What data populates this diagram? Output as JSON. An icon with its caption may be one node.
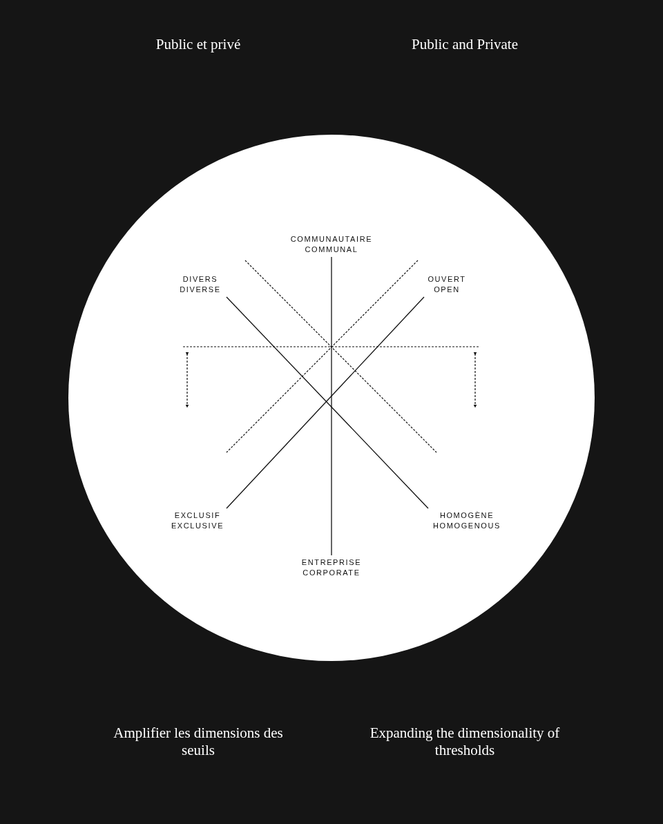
{
  "diagram": {
    "nodes": [
      {
        "text": [
          "COMMUNAUTAIRE",
          "COMMUNAL"
        ]
      },
      {
        "text": [
          "DIVERS",
          "DIVERSE"
        ]
      },
      {
        "text": [
          "OUVERT",
          "OPEN"
        ]
      },
      {
        "text": [
          "EXCLUSIF",
          "EXCLUSIVE"
        ]
      },
      {
        "text": [
          "HOMOGÈNE",
          "HOMOGENOUS"
        ]
      },
      {
        "text": [
          "ENTREPRISE",
          "CORPORATE"
        ]
      }
    ],
    "edges": [
      {
        "from": 0,
        "to": 5,
        "arrow": "none"
      },
      {
        "from": 1,
        "to": 4,
        "arrow": "none"
      },
      {
        "from": 2,
        "to": 3,
        "arrow": "none"
      }
    ],
    "labels": [
      "Public et privé",
      "Public and Private",
      "Amplifier les dimensions des seuils",
      "Expanding the dimensionality of thresholds"
    ]
  }
}
